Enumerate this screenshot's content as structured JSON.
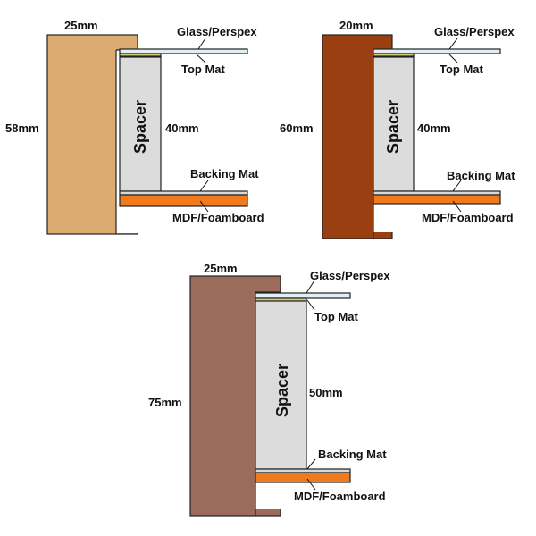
{
  "labels": {
    "glass": "Glass/Perspex",
    "top_mat": "Top Mat",
    "spacer": "Spacer",
    "backing_mat": "Backing Mat",
    "mdf": "MDF/Foamboard"
  },
  "colors": {
    "glass": "#dfeff3",
    "top_mat": "#d6cf7a",
    "spacer": "#dcdcdc",
    "backing_mat": "#d9d9d9",
    "mdf": "#f07a1c"
  },
  "frames": [
    {
      "id": "frame-1",
      "moulding_color": "#dcab72",
      "width_label": "25mm",
      "height_label": "58mm",
      "spacer_depth_label": "40mm"
    },
    {
      "id": "frame-2",
      "moulding_color": "#9a3f12",
      "width_label": "20mm",
      "height_label": "60mm",
      "spacer_depth_label": "40mm"
    },
    {
      "id": "frame-3",
      "moulding_color": "#9b6b5b",
      "width_label": "25mm",
      "height_label": "75mm",
      "spacer_depth_label": "50mm"
    }
  ]
}
